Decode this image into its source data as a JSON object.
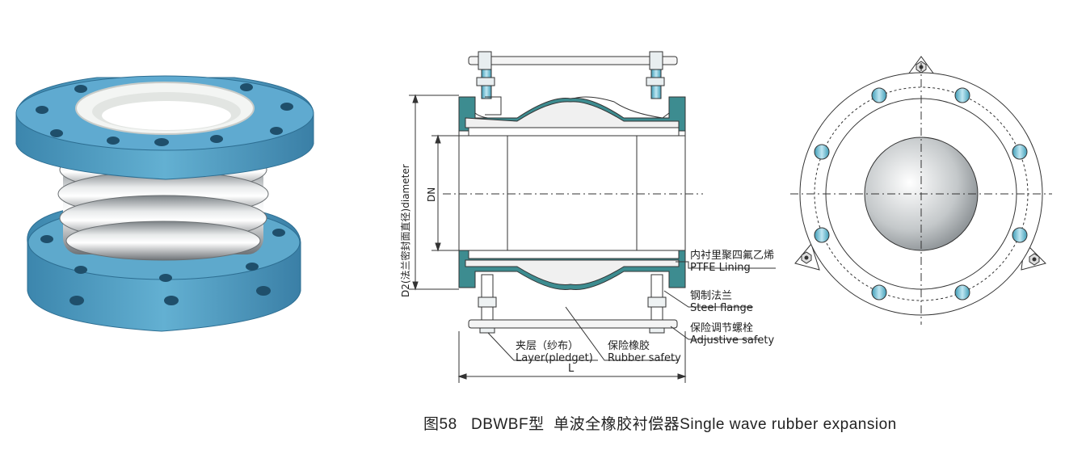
{
  "caption": {
    "figure_no": "图58",
    "model": "DBWBF型",
    "name_cn": "单波全橡胶衬偿器",
    "name_en": "Single wave rubber expansion"
  },
  "labels": {
    "diameter_d2": "D2(法兰密封面直径)diameter",
    "dn": "DN",
    "length": "L",
    "ptfe_cn": "内衬里聚四氟乙烯",
    "ptfe_en": "PTFE Lining",
    "flange_cn": "钢制法兰",
    "flange_en": "Steel flange",
    "bolt_cn": "保险调节螺栓",
    "bolt_en": "Adjustive safety",
    "layer_cn": "夹层（纱布）",
    "layer_en": "Layer(pledget)",
    "rubber_cn": "保险橡胶",
    "rubber_en": "Rubber safety"
  },
  "colors": {
    "flange_blue": "#4f9ec1",
    "flange_teal": "#2f8a86",
    "ptfe_white": "#f2f4f2",
    "steel": "#b9bdc0",
    "line": "#333333"
  }
}
